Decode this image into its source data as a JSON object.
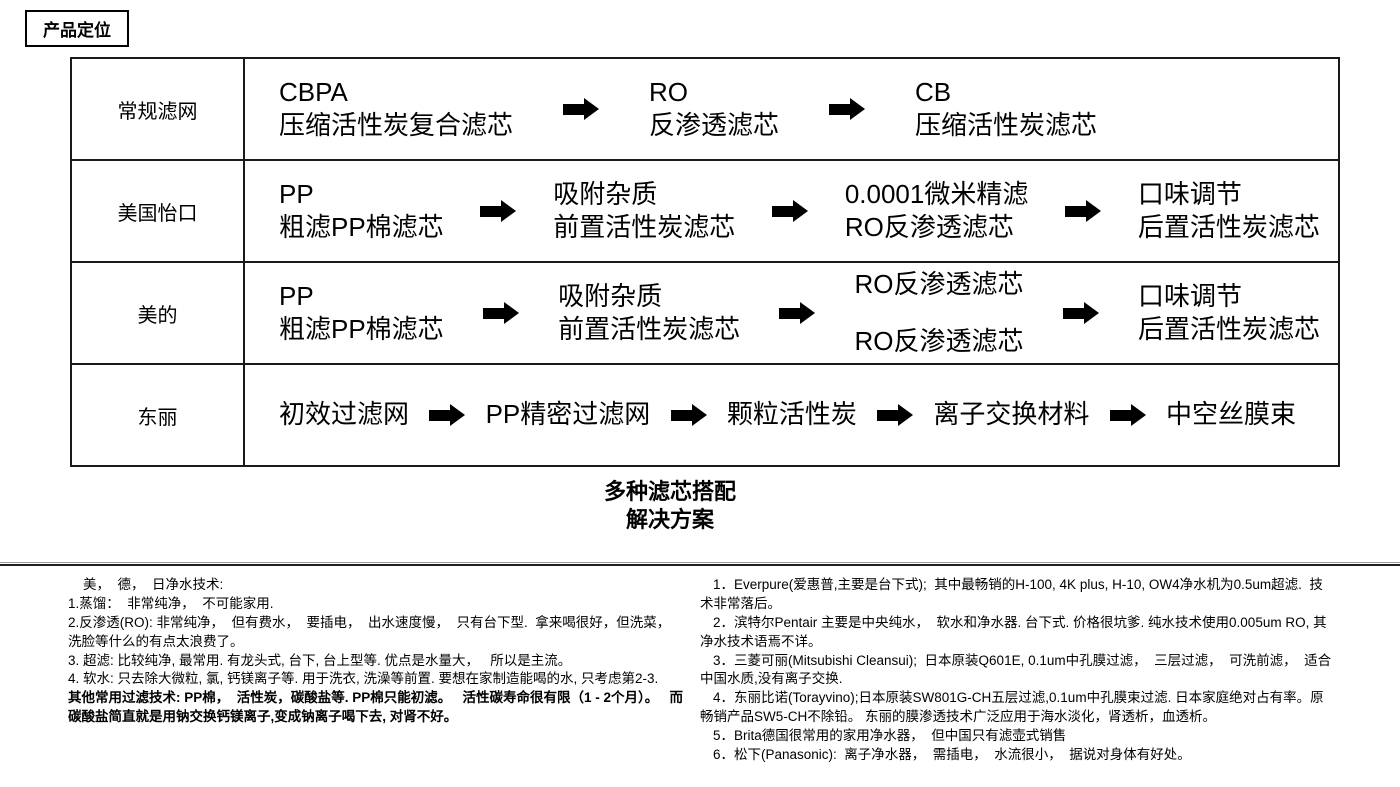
{
  "accent_colors": {
    "line": "#000000",
    "background": "#ffffff"
  },
  "page_title": "产品定位",
  "table": {
    "rows": [
      {
        "brand": "常规滤网",
        "steps": [
          {
            "line1": "CBPA",
            "line2": "压缩活性炭复合滤芯"
          },
          {
            "line1": "RO",
            "line2": "反渗透滤芯"
          },
          {
            "line1": "CB",
            "line2": "压缩活性炭滤芯"
          }
        ]
      },
      {
        "brand": "美国怡口",
        "steps": [
          {
            "line1": "PP",
            "line2": "粗滤PP棉滤芯"
          },
          {
            "line1": "吸附杂质",
            "line2": "前置活性炭滤芯"
          },
          {
            "line1": "0.0001微米精滤",
            "line2": "RO反渗透滤芯"
          },
          {
            "line1": "口味调节",
            "line2": "后置活性炭滤芯"
          }
        ]
      },
      {
        "brand": "美的",
        "steps": [
          {
            "line1": "PP",
            "line2": "粗滤PP棉滤芯"
          },
          {
            "line1": "吸附杂质",
            "line2": "前置活性炭滤芯"
          },
          {
            "line1": "RO反渗透滤芯",
            "line2": "RO反渗透滤芯"
          },
          {
            "line1": "口味调节",
            "line2": "后置活性炭滤芯"
          }
        ]
      },
      {
        "brand": "东丽",
        "steps": [
          {
            "line1": "初效过滤网"
          },
          {
            "line1": "PP精密过滤网"
          },
          {
            "line1": "颗粒活性炭"
          },
          {
            "line1": "离子交换材料"
          },
          {
            "line1": "中空丝膜束"
          }
        ]
      }
    ]
  },
  "caption": {
    "line1": "多种滤芯搭配",
    "line2": "解决方案"
  },
  "notes_left": {
    "p0": "美，  德，  日净水技术:",
    "p1": "1.蒸馏：  非常纯净，  不可能家用.",
    "p2": "2.反渗透(RO): 非常纯净，  但有费水，  要插电，  出水速度慢，  只有台下型.  拿来喝很好，但洗菜，   洗脸等什么的有点太浪费了。",
    "p3": "3. 超滤: 比较纯净, 最常用. 有龙头式, 台下, 台上型等. 优点是水量大，   所以是主流。",
    "p4": "4. 软水: 只去除大微粒, 氯, 钙镁离子等. 用于洗衣, 洗澡等前置. 要想在家制造能喝的水, 只考虑第2-3.",
    "p5": "其他常用过滤技术: PP棉，  活性炭，碳酸盐等. PP棉只能初滤。   活性碳寿命很有限（1 - 2个月）。   而碳酸盐简直就是用钠交换钙镁离子,变成钠离子喝下去, 对肾不好。"
  },
  "notes_right": {
    "p0": "1．Everpure(爱惠普,主要是台下式);  其中最畅销的H-100, 4K plus, H-10, OW4净水机为0.5um超滤.  技术非常落后。",
    "p1": "2．滨特尔Pentair 主要是中央纯水，  软水和净水器. 台下式. 价格很坑爹. 纯水技术使用0.005um RO, 其净水技术语焉不详。",
    "p2": "3．三菱可丽(Mitsubishi Cleansui);  日本原装Q601E, 0.1um中孔膜过滤，  三层过滤，  可洗前滤，  适合中国水质,没有离子交换.",
    "p3": "4．东丽比诺(Torayvino);日本原装SW801G-CH五层过滤,0.1um中孔膜束过滤. 日本家庭绝对占有率。原畅销产品SW5-CH不除铅。 东丽的膜渗透技术广泛应用于海水淡化，肾透析，血透析。",
    "p4": "5．Brita德国很常用的家用净水器，  但中国只有滤壶式销售",
    "p5": "6．松下(Panasonic):  离子净水器，  需插电，  水流很小，  据说对身体有好处。"
  }
}
